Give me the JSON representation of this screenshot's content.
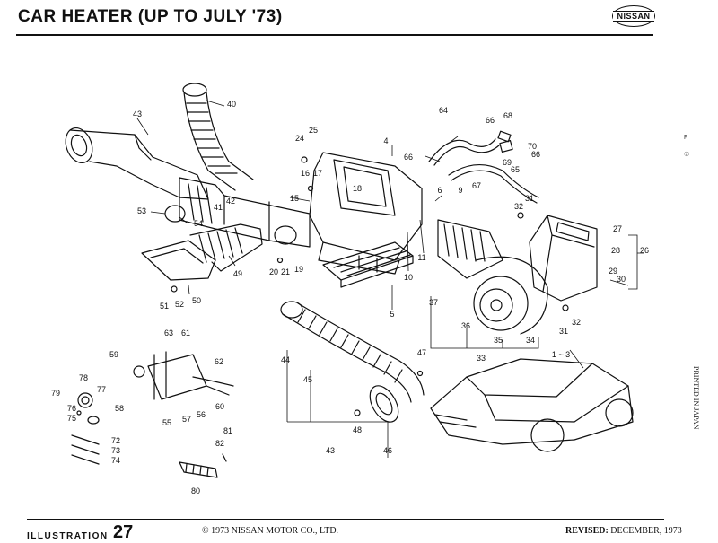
{
  "header": {
    "title": "CAR HEATER (UP TO JULY '73)",
    "brand": "NISSAN"
  },
  "footer": {
    "illustration_label": "ILLUSTRATION",
    "illustration_number": "27",
    "copyright": "© 1973 NISSAN MOTOR CO., LTD.",
    "revised_label": "REVISED:",
    "revised_date": "DECEMBER, 1973"
  },
  "margin": {
    "printed": "PRINTED IN JAPAN",
    "edge_marks": [
      "F",
      "①"
    ]
  },
  "callouts": [
    {
      "id": "c1-3",
      "label": "1 ~ 3"
    },
    {
      "id": "c4",
      "label": "4"
    },
    {
      "id": "c5",
      "label": "5"
    },
    {
      "id": "c6",
      "label": "6"
    },
    {
      "id": "c9",
      "label": "9"
    },
    {
      "id": "c10",
      "label": "10"
    },
    {
      "id": "c11",
      "label": "11"
    },
    {
      "id": "c15",
      "label": "15"
    },
    {
      "id": "c16",
      "label": "16"
    },
    {
      "id": "c17",
      "label": "17"
    },
    {
      "id": "c18",
      "label": "18"
    },
    {
      "id": "c19",
      "label": "19"
    },
    {
      "id": "c20",
      "label": "20"
    },
    {
      "id": "c21",
      "label": "21"
    },
    {
      "id": "c24",
      "label": "24"
    },
    {
      "id": "c25",
      "label": "25"
    },
    {
      "id": "c26",
      "label": "26"
    },
    {
      "id": "c27",
      "label": "27"
    },
    {
      "id": "c28",
      "label": "28"
    },
    {
      "id": "c29",
      "label": "29"
    },
    {
      "id": "c30",
      "label": "30"
    },
    {
      "id": "c31a",
      "label": "31"
    },
    {
      "id": "c31b",
      "label": "31"
    },
    {
      "id": "c32a",
      "label": "32"
    },
    {
      "id": "c32b",
      "label": "32"
    },
    {
      "id": "c33",
      "label": "33"
    },
    {
      "id": "c34",
      "label": "34"
    },
    {
      "id": "c35",
      "label": "35"
    },
    {
      "id": "c36",
      "label": "36"
    },
    {
      "id": "c37",
      "label": "37"
    },
    {
      "id": "c40",
      "label": "40"
    },
    {
      "id": "c41",
      "label": "41"
    },
    {
      "id": "c42",
      "label": "42"
    },
    {
      "id": "c43a",
      "label": "43"
    },
    {
      "id": "c43b",
      "label": "43"
    },
    {
      "id": "c44",
      "label": "44"
    },
    {
      "id": "c45",
      "label": "45"
    },
    {
      "id": "c46",
      "label": "46"
    },
    {
      "id": "c47",
      "label": "47"
    },
    {
      "id": "c48",
      "label": "48"
    },
    {
      "id": "c49",
      "label": "49"
    },
    {
      "id": "c50",
      "label": "50"
    },
    {
      "id": "c51",
      "label": "51"
    },
    {
      "id": "c52",
      "label": "52"
    },
    {
      "id": "c53",
      "label": "53"
    },
    {
      "id": "c54",
      "label": "54"
    },
    {
      "id": "c55",
      "label": "55"
    },
    {
      "id": "c56",
      "label": "56"
    },
    {
      "id": "c57",
      "label": "57"
    },
    {
      "id": "c58",
      "label": "58"
    },
    {
      "id": "c59",
      "label": "59"
    },
    {
      "id": "c60",
      "label": "60"
    },
    {
      "id": "c61",
      "label": "61"
    },
    {
      "id": "c62",
      "label": "62"
    },
    {
      "id": "c63",
      "label": "63"
    },
    {
      "id": "c64",
      "label": "64"
    },
    {
      "id": "c65",
      "label": "65"
    },
    {
      "id": "c66a",
      "label": "66"
    },
    {
      "id": "c66b",
      "label": "66"
    },
    {
      "id": "c66c",
      "label": "66"
    },
    {
      "id": "c67",
      "label": "67"
    },
    {
      "id": "c68",
      "label": "68"
    },
    {
      "id": "c69",
      "label": "69"
    },
    {
      "id": "c70",
      "label": "70"
    },
    {
      "id": "c72",
      "label": "72"
    },
    {
      "id": "c73",
      "label": "73"
    },
    {
      "id": "c74",
      "label": "74"
    },
    {
      "id": "c75",
      "label": "75"
    },
    {
      "id": "c76",
      "label": "76"
    },
    {
      "id": "c77",
      "label": "77"
    },
    {
      "id": "c78",
      "label": "78"
    },
    {
      "id": "c79",
      "label": "79"
    },
    {
      "id": "c80",
      "label": "80"
    },
    {
      "id": "c81",
      "label": "81"
    },
    {
      "id": "c82",
      "label": "82"
    }
  ]
}
